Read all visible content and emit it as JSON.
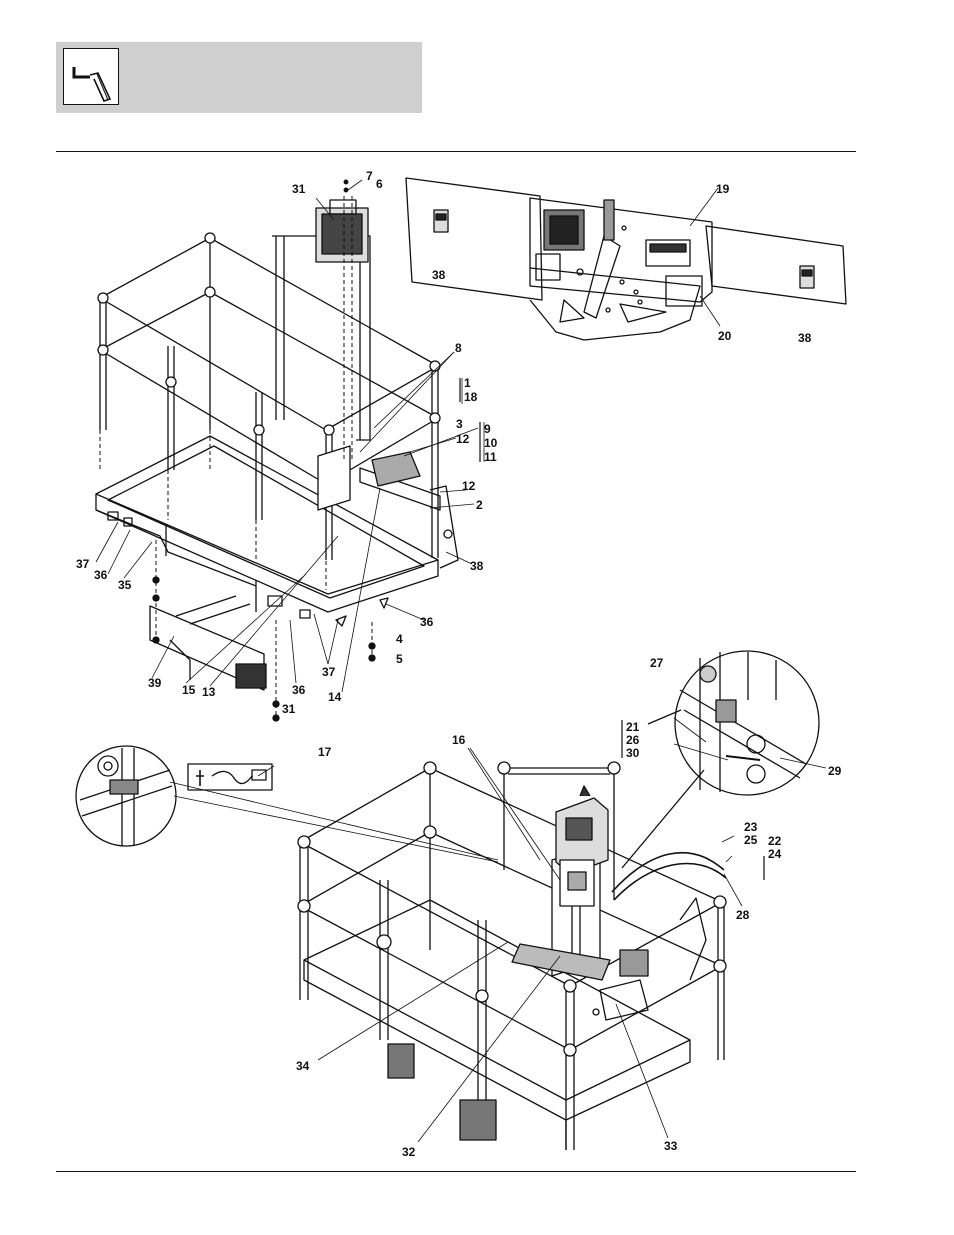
{
  "header": {
    "logo_icon": "wrench-tool-icon",
    "band_color": "#cfcfcf"
  },
  "callouts": [
    {
      "id": "c31a",
      "text": "31"
    },
    {
      "id": "c7",
      "text": "7"
    },
    {
      "id": "c6",
      "text": "6"
    },
    {
      "id": "c19",
      "text": "19"
    },
    {
      "id": "c38a",
      "text": "38"
    },
    {
      "id": "c20",
      "text": "20"
    },
    {
      "id": "c38b",
      "text": "38"
    },
    {
      "id": "c8",
      "text": "8"
    },
    {
      "id": "c1",
      "text": "1"
    },
    {
      "id": "c18",
      "text": "18"
    },
    {
      "id": "c3",
      "text": "3"
    },
    {
      "id": "c12a",
      "text": "12"
    },
    {
      "id": "c9",
      "text": "9"
    },
    {
      "id": "c10",
      "text": "10"
    },
    {
      "id": "c11",
      "text": "11"
    },
    {
      "id": "c12b",
      "text": "12"
    },
    {
      "id": "c2",
      "text": "2"
    },
    {
      "id": "c37a",
      "text": "37"
    },
    {
      "id": "c36a",
      "text": "36"
    },
    {
      "id": "c35",
      "text": "35"
    },
    {
      "id": "c38c",
      "text": "38"
    },
    {
      "id": "c36b",
      "text": "36"
    },
    {
      "id": "c4",
      "text": "4"
    },
    {
      "id": "c5",
      "text": "5"
    },
    {
      "id": "c39",
      "text": "39"
    },
    {
      "id": "c15",
      "text": "15"
    },
    {
      "id": "c13",
      "text": "13"
    },
    {
      "id": "c36c",
      "text": "36"
    },
    {
      "id": "c37b",
      "text": "37"
    },
    {
      "id": "c14",
      "text": "14"
    },
    {
      "id": "c31b",
      "text": "31"
    },
    {
      "id": "c27",
      "text": "27"
    },
    {
      "id": "c21",
      "text": "21"
    },
    {
      "id": "c26",
      "text": "26"
    },
    {
      "id": "c30",
      "text": "30"
    },
    {
      "id": "c29",
      "text": "29"
    },
    {
      "id": "c17",
      "text": "17"
    },
    {
      "id": "c16",
      "text": "16"
    },
    {
      "id": "c23",
      "text": "23"
    },
    {
      "id": "c25",
      "text": "25"
    },
    {
      "id": "c22",
      "text": "22"
    },
    {
      "id": "c24",
      "text": "24"
    },
    {
      "id": "c28",
      "text": "28"
    },
    {
      "id": "c34",
      "text": "34"
    },
    {
      "id": "c32",
      "text": "32"
    },
    {
      "id": "c33",
      "text": "33"
    }
  ]
}
